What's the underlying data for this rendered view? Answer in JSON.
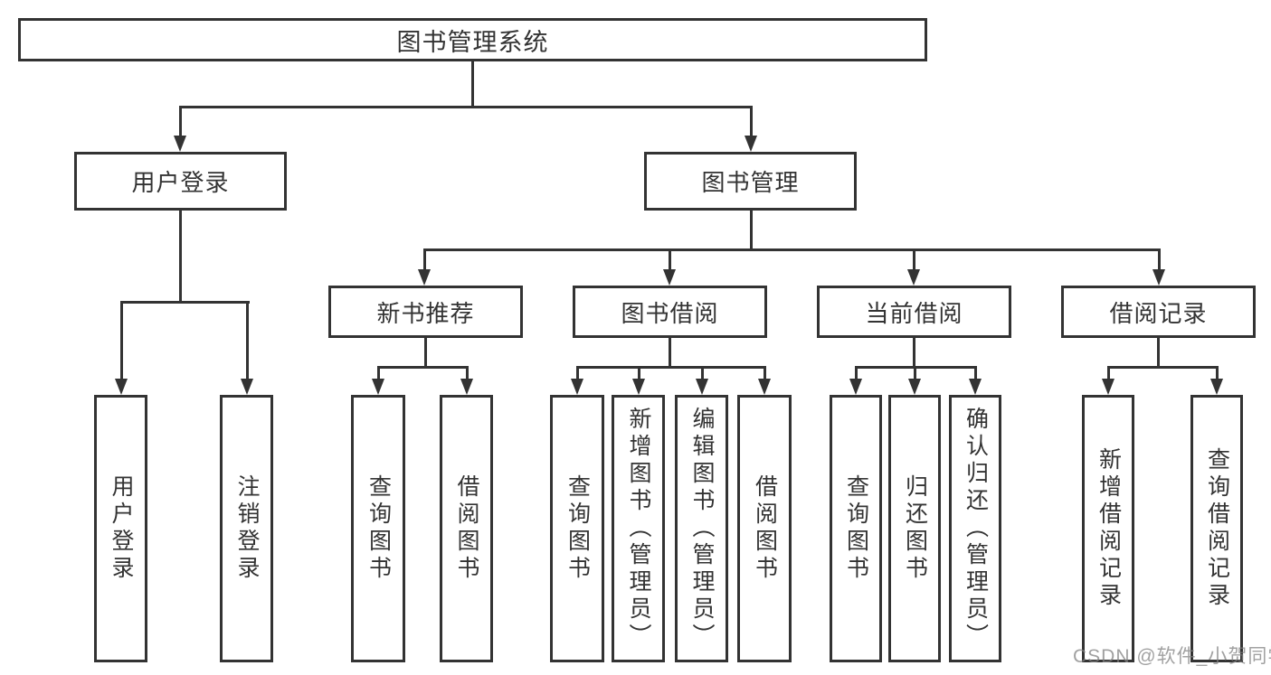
{
  "diagram": {
    "root": "图书管理系统",
    "children": [
      {
        "label": "用户登录",
        "children": [
          "用户登录",
          "注销登录"
        ]
      },
      {
        "label": "图书管理",
        "children": [
          {
            "label": "新书推荐",
            "children": [
              "查询图书",
              "借阅图书"
            ]
          },
          {
            "label": "图书借阅",
            "children": [
              "查询图书",
              "新增图书（管理员）",
              "编辑图书（管理员）",
              "借阅图书"
            ]
          },
          {
            "label": "当前借阅",
            "children": [
              "查询图书",
              "归还图书",
              "确认归还（管理员）"
            ]
          },
          {
            "label": "借阅记录",
            "children": [
              "新增借阅记录",
              "查询借阅记录"
            ]
          }
        ]
      }
    ],
    "watermark": "CSDN @软件_小贺同学",
    "colors": {
      "line": "#333333",
      "box_fill": "#ffffff",
      "text": "#333333",
      "watermark": "#828282"
    }
  }
}
